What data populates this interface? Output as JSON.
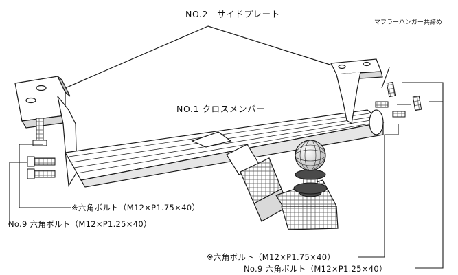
{
  "labels": {
    "side_plate": "NO.2　サイドプレート",
    "cross_member": "NO.1 クロスメンバー",
    "muffler_hanger": "マフラーハンガー共締め",
    "left_bolt_ref": "※六角ボルト（M12×P1.75×40）",
    "left_bolt_no9": "No.9 六角ボルト（M12×P1.25×40）",
    "right_bolt_ref": "※六角ボルト（M12×P1.75×40）",
    "right_bolt_no9": "No.9 六角ボルト（M12×P1.25×40）"
  },
  "colors": {
    "line": "#1a1a1a",
    "fill": "#ffffff",
    "shade": "#d9d9d9",
    "dark": "#4a4a4a"
  }
}
